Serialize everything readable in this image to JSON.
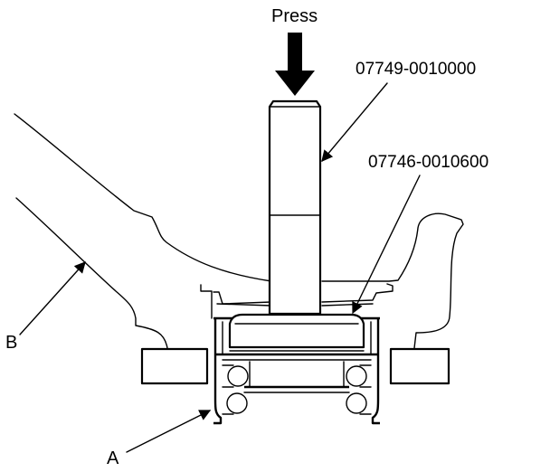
{
  "labels": {
    "press": "Press",
    "tool_driver": "07749-0010000",
    "tool_attachment": "07746-0010600",
    "part_b": "B",
    "part_a": "A"
  },
  "colors": {
    "line": "#000000",
    "background": "#ffffff"
  }
}
